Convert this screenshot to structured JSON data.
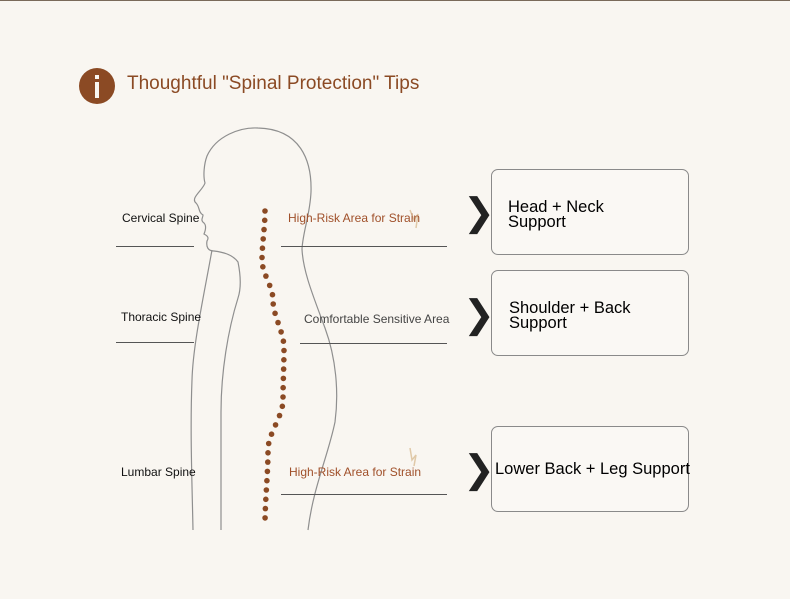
{
  "header": {
    "title": "Thoughtful \"Spinal Protection\" Tips",
    "icon": "info-icon"
  },
  "colors": {
    "accent": "#8b4a24",
    "risk_text": "#a0502a",
    "neutral_text": "#444444",
    "spine_dot": "#8b4a24"
  },
  "regions": [
    {
      "label": "Cervical Spine",
      "risk": "High-Risk Area for Strain",
      "risk_level": "high",
      "tip": [
        "Head + Neck",
        "Support"
      ]
    },
    {
      "label": "Thoracic Spine",
      "risk": "Comfortable Sensitive Area",
      "risk_level": "low",
      "tip": [
        "Shoulder + Back",
        "Support"
      ]
    },
    {
      "label": "Lumbar Spine",
      "risk": "High-Risk Area for Strain",
      "risk_level": "high",
      "tip": [
        "Lower Back + Leg Support"
      ]
    }
  ]
}
